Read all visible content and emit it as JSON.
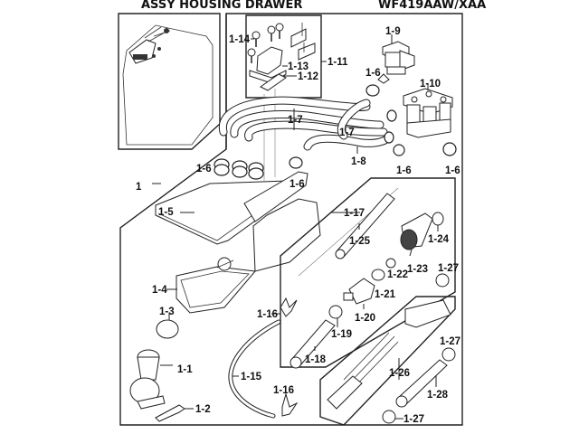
{
  "header": {
    "title": "ASSY HOUSING DRAWER",
    "model": "WF419AAW/XAA"
  },
  "parts": [
    {
      "id": "1",
      "label": "1"
    },
    {
      "id": "1-1",
      "label": "1-1"
    },
    {
      "id": "1-2",
      "label": "1-2"
    },
    {
      "id": "1-3",
      "label": "1-3"
    },
    {
      "id": "1-4",
      "label": "1-4"
    },
    {
      "id": "1-5",
      "label": "1-5"
    },
    {
      "id": "1-6a",
      "label": "1-6"
    },
    {
      "id": "1-6b",
      "label": "1-6"
    },
    {
      "id": "1-6c",
      "label": "1-6"
    },
    {
      "id": "1-6d",
      "label": "1-6"
    },
    {
      "id": "1-6e",
      "label": "1-6"
    },
    {
      "id": "1-7a",
      "label": "1-7"
    },
    {
      "id": "1-7b",
      "label": "1-7"
    },
    {
      "id": "1-8",
      "label": "1-8"
    },
    {
      "id": "1-9",
      "label": "1-9"
    },
    {
      "id": "1-10",
      "label": "1-10"
    },
    {
      "id": "1-11",
      "label": "1-11"
    },
    {
      "id": "1-12",
      "label": "1-12"
    },
    {
      "id": "1-13",
      "label": "1-13"
    },
    {
      "id": "1-14",
      "label": "1-14"
    },
    {
      "id": "1-15",
      "label": "1-15"
    },
    {
      "id": "1-16a",
      "label": "1-16"
    },
    {
      "id": "1-16b",
      "label": "1-16"
    },
    {
      "id": "1-17",
      "label": "1-17"
    },
    {
      "id": "1-18",
      "label": "1-18"
    },
    {
      "id": "1-19",
      "label": "1-19"
    },
    {
      "id": "1-20",
      "label": "1-20"
    },
    {
      "id": "1-21",
      "label": "1-21"
    },
    {
      "id": "1-22",
      "label": "1-22"
    },
    {
      "id": "1-23",
      "label": "1-23"
    },
    {
      "id": "1-24",
      "label": "1-24"
    },
    {
      "id": "1-25",
      "label": "1-25"
    },
    {
      "id": "1-26",
      "label": "1-26"
    },
    {
      "id": "1-27a",
      "label": "1-27"
    },
    {
      "id": "1-27b",
      "label": "1-27"
    },
    {
      "id": "1-27c",
      "label": "1-27"
    },
    {
      "id": "1-28",
      "label": "1-28"
    }
  ]
}
